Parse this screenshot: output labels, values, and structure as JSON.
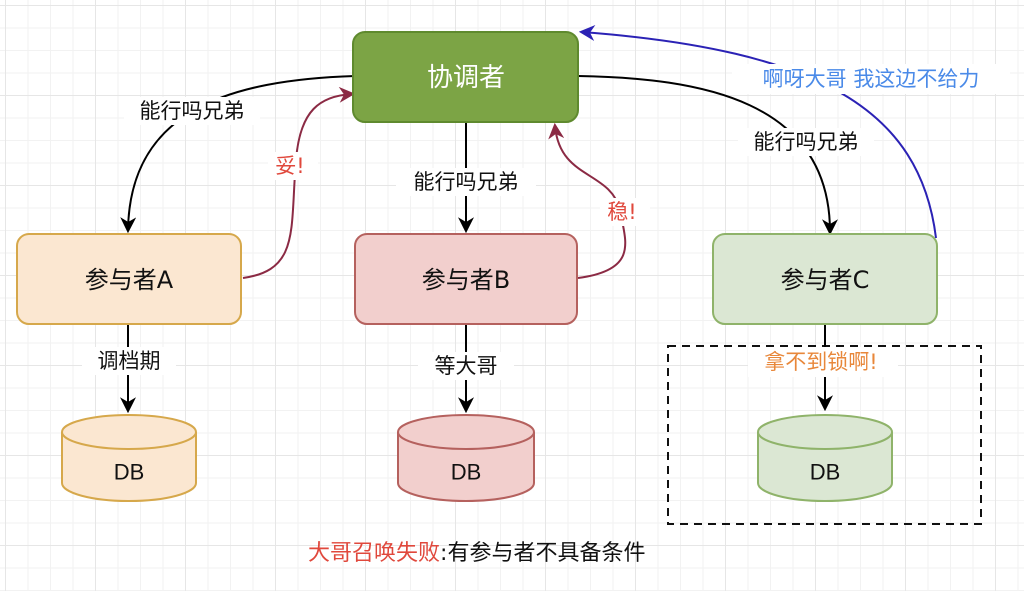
{
  "colors": {
    "coordinator_fill": "#7ca445",
    "coordinator_stroke": "#5f8a2e",
    "a_fill": "#fbe7d1",
    "a_stroke": "#d6a84b",
    "b_fill": "#f2cfcd",
    "b_stroke": "#b5615e",
    "c_fill": "#dbe7d3",
    "c_stroke": "#8fb36a",
    "reply_arrow": "#8b2a44",
    "reply_text": "#e0483c",
    "fail_arrow": "#2b22b5",
    "fail_text": "#4a8ae8",
    "lock_text": "#e8873a",
    "edge": "#000000"
  },
  "nodes": {
    "coordinator": {
      "label": "协调者"
    },
    "participant_a": {
      "label": "参与者A"
    },
    "participant_b": {
      "label": "参与者B"
    },
    "participant_c": {
      "label": "参与者C"
    },
    "db_a": {
      "label": "DB"
    },
    "db_b": {
      "label": "DB"
    },
    "db_c": {
      "label": "DB"
    }
  },
  "edges": {
    "ask_a": "能行吗兄弟",
    "ask_b": "能行吗兄弟",
    "ask_c": "能行吗兄弟",
    "reply_a": "妥!",
    "reply_b": "稳!",
    "reply_c": "啊呀大哥 我这边不给力",
    "a_to_db": "调档期",
    "b_to_db": "等大哥",
    "c_to_db": "拿不到锁啊!"
  },
  "caption": {
    "highlight": "大哥召唤失败",
    "separator": ":",
    "rest": "有参与者不具备条件"
  }
}
